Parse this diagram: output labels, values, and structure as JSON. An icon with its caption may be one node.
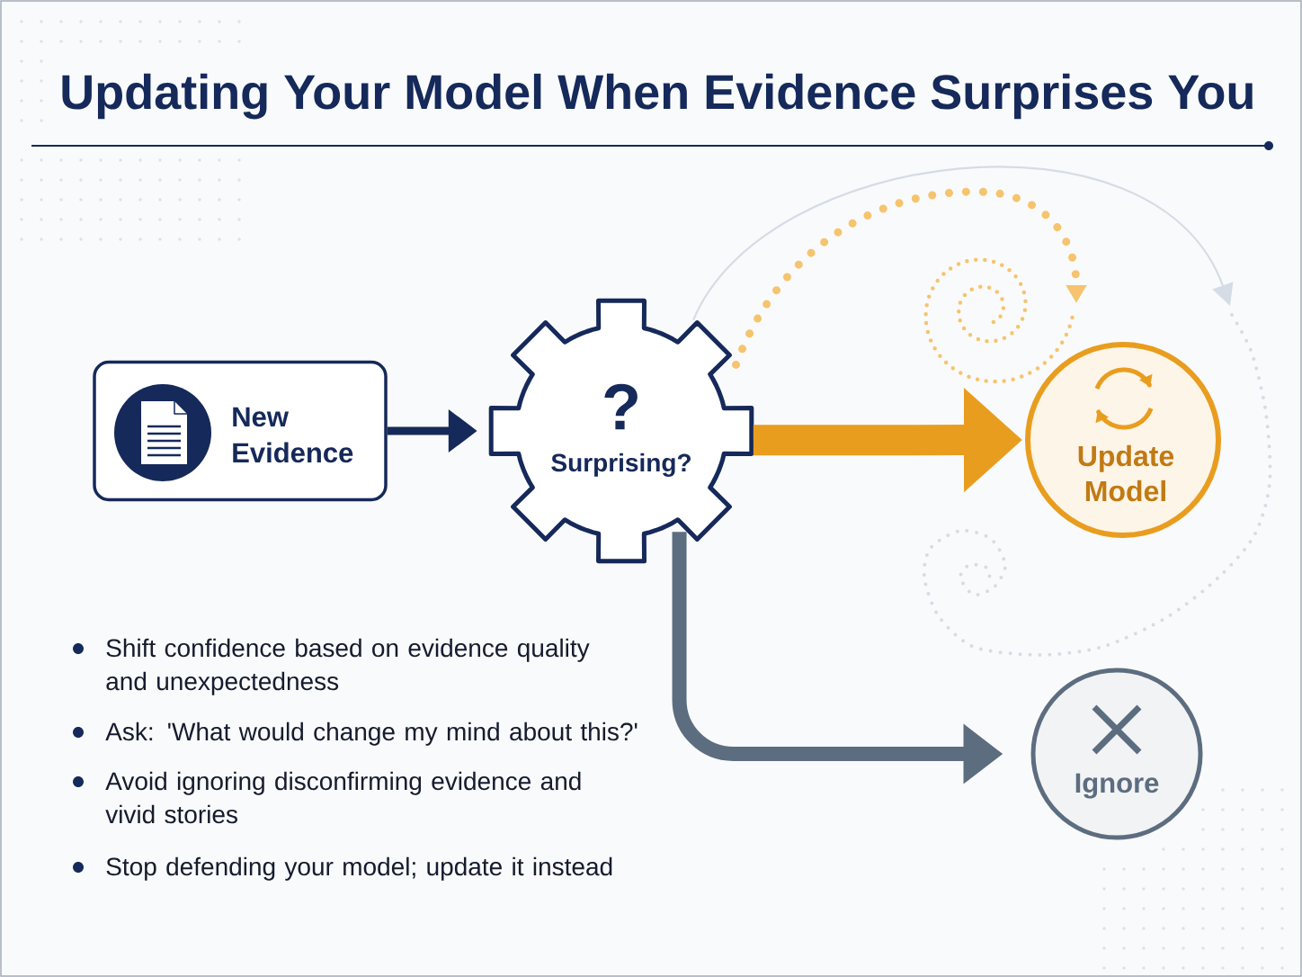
{
  "diagram": {
    "title": "Updating Your Model When Evidence Surprises You",
    "nodes": [
      {
        "text": [
          "New Evidence"
        ]
      },
      {
        "text": [
          "?",
          "Surprising?"
        ]
      },
      {
        "text": [
          "Update Model"
        ]
      },
      {
        "text": [
          "Ignore"
        ]
      }
    ],
    "edges": [
      {
        "from": 0,
        "to": 1,
        "arrow": "to"
      },
      {
        "from": 1,
        "to": 2,
        "arrow": "to",
        "style": "thick",
        "color": "#e99d1f"
      },
      {
        "from": 1,
        "to": 3,
        "arrow": "to",
        "color": "#5d6d80"
      },
      {
        "from": 1,
        "to": null,
        "arrow": "to",
        "style": "dashed",
        "color": "#f6c46e"
      },
      {
        "from": 1,
        "to": null,
        "arrow": "to",
        "color": "#d5dce6"
      }
    ],
    "labels": [
      "Shift confidence based on evidence quality and unexpectedness",
      "Ask: 'What would change my mind about this?'",
      "Avoid ignoring disconfirming evidence and vivid stories",
      "Stop defending your model; update it instead"
    ]
  }
}
